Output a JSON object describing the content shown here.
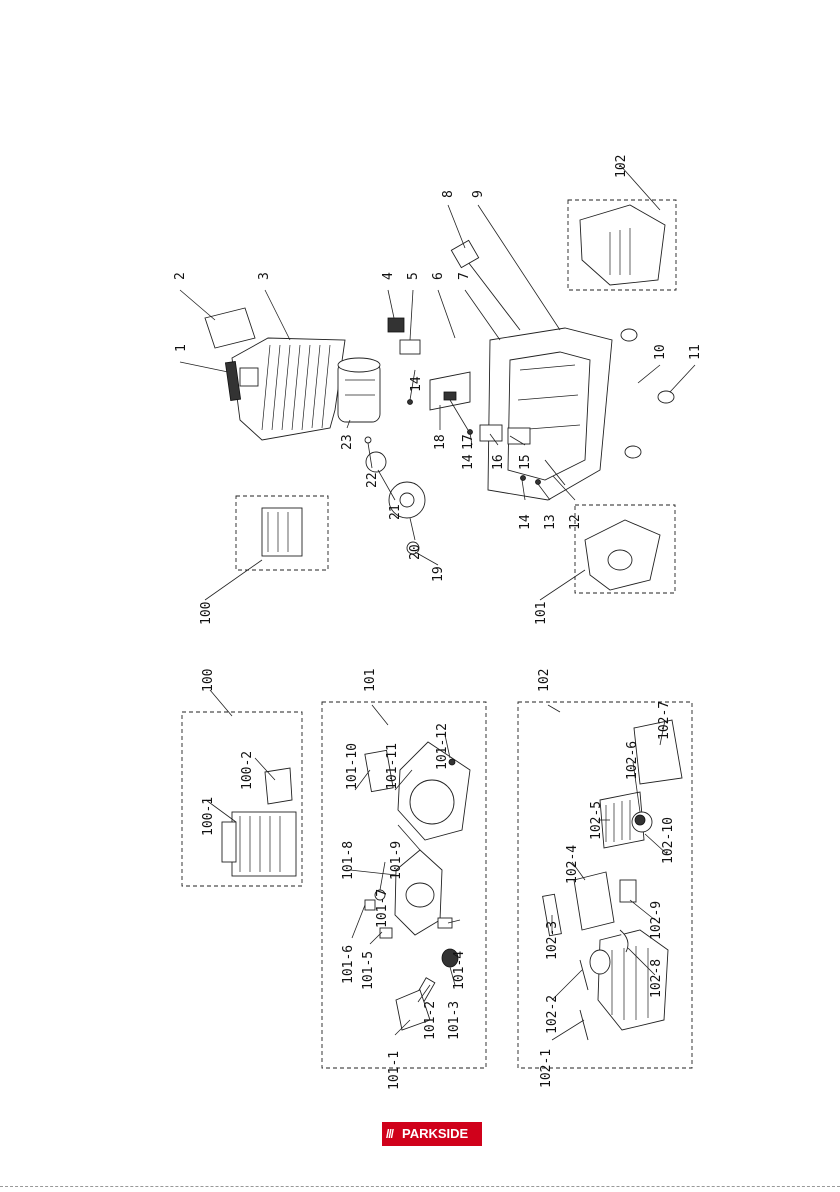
{
  "brand": {
    "logo_text": "PARKSIDE",
    "logo_mark": "///",
    "logo_color": "#d0011b"
  },
  "main_labels": [
    "1",
    "2",
    "3",
    "4",
    "5",
    "6",
    "7",
    "8",
    "9",
    "10",
    "11",
    "12",
    "13",
    "14",
    "14",
    "14",
    "15",
    "16",
    "17",
    "18",
    "19",
    "20",
    "21",
    "22",
    "23",
    "100",
    "101",
    "102"
  ],
  "group_100": {
    "title": "100",
    "parts": [
      "100-1",
      "100-2"
    ]
  },
  "group_101": {
    "title": "101",
    "parts": [
      "101-1",
      "101-2",
      "101-3",
      "101-4",
      "101-5",
      "101-6",
      "101-7",
      "101-8",
      "101-9",
      "101-10",
      "101-11",
      "101-12"
    ]
  },
  "group_102": {
    "title": "102",
    "parts": [
      "102-1",
      "102-2",
      "102-3",
      "102-4",
      "102-5",
      "102-6",
      "102-7",
      "102-8",
      "102-9",
      "102-10"
    ]
  }
}
